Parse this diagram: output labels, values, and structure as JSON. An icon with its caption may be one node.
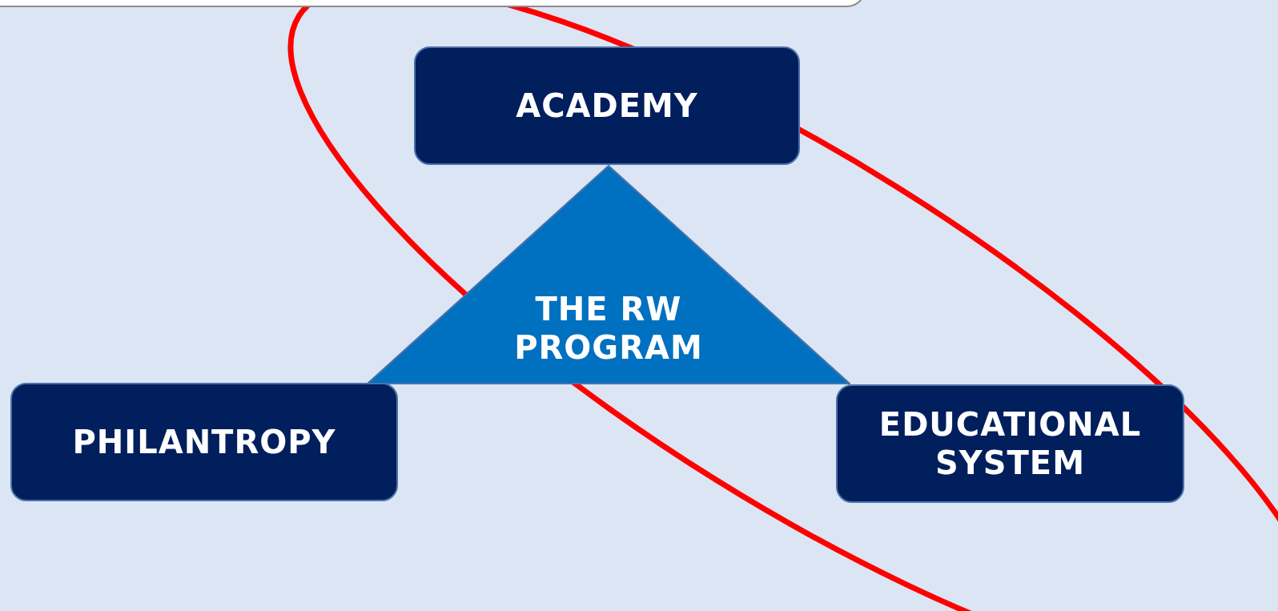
{
  "diagram": {
    "nodes": [
      {
        "text": [
          "ACADEMY"
        ]
      },
      {
        "text": [
          "THE RW PROGRAM"
        ]
      },
      {
        "text": [
          "PHILANTROPY"
        ]
      },
      {
        "text": [
          "EDUCATIONAL SYSTEM"
        ]
      }
    ]
  }
}
